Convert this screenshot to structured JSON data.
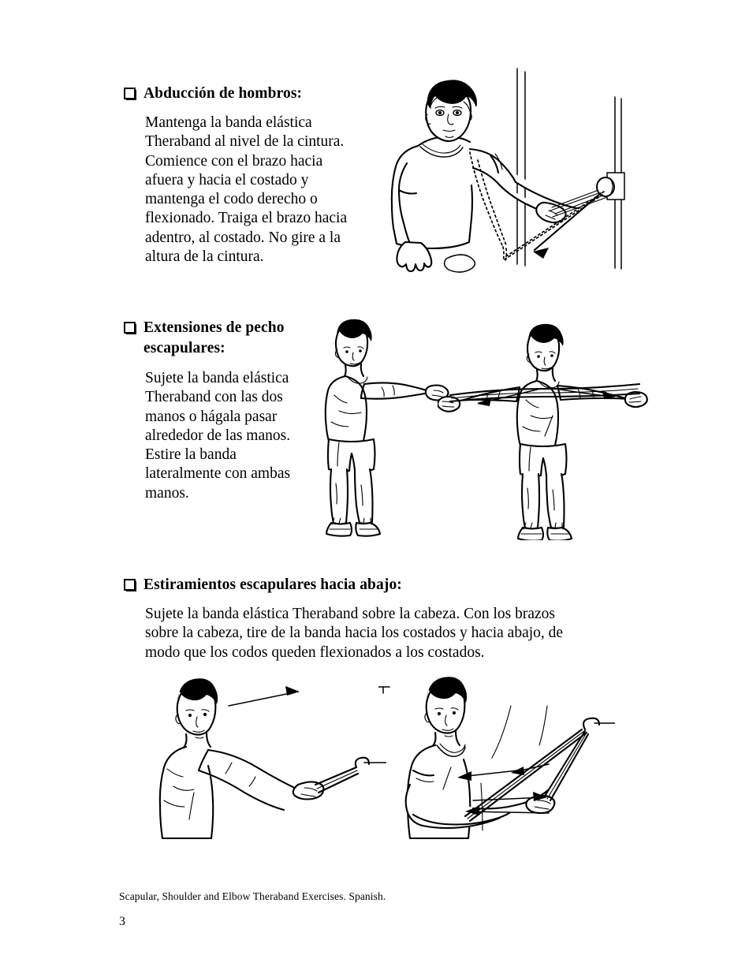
{
  "document": {
    "page_number": "3",
    "footer_note": "Scapular, Shoulder and Elbow Theraband Exercises.  Spanish.",
    "language": "Spanish"
  },
  "sections": [
    {
      "id": "abduccion-de-hombros",
      "bullet": "checkbox-glyph",
      "heading": "Abducción de hombros:",
      "body": "Mantenga la banda elástica Theraband al nivel de la cintura. Comience con el brazo hacia afuera y hacia el costado y mantenga el codo derecho o flexionado. Traiga el brazo hacia adentro, al costado. No gire a la altura de la cintura.",
      "illustrations": [
        {
          "id": "seated-shoulder-adduction-to-doorknob",
          "caption_alt": "Persona sentada junto a una pared, con el brazo extendido sujetando una banda elástica anclada a un pomo de puerta; líneas punteadas y una flecha indican el movimiento del brazo hacia adentro."
        }
      ]
    },
    {
      "id": "extensiones-de-pecho-escapulares",
      "bullet": "checkbox-glyph",
      "heading": "Extensiones de pecho escapulares:",
      "body": "Sujete la banda elástica Theraband con las dos manos o hágala pasar alrededor de las manos. Estire la banda lateralmente con ambas manos.",
      "illustrations": [
        {
          "id": "standing-arms-forward-holding-band",
          "caption_alt": "Hombre de pie con ambos brazos extendidos hacia el frente sujetando la banda elástica."
        },
        {
          "id": "standing-arms-spread-band-stretched",
          "caption_alt": "Hombre de pie con los brazos abiertos lateralmente estirando la banda elástica; flechas en ambas direcciones indican el estiramiento."
        }
      ]
    },
    {
      "id": "estiramientos-escapulares-hacia-abajo",
      "bullet": "checkbox-glyph",
      "heading": "Estiramientos escapulares hacia abajo:",
      "body": "Sujete la banda elástica Theraband sobre la cabeza. Con los brazos sobre la cabeza, tire de la banda hacia los costados y hacia abajo, de modo que los codos queden flexionados a los costados.",
      "illustrations": [
        {
          "id": "lat-pulldown-start-arms-overhead",
          "caption_alt": "Hombre con los brazos extendidos hacia arriba y adelante sujetando la banda anclada; una flecha indica la posición inicial."
        },
        {
          "id": "lat-pulldown-end-elbows-bent",
          "caption_alt": "Hombre con los codos flexionados a los costados tirando de la banda hacia abajo; flechas indican la dirección del movimiento."
        }
      ]
    }
  ],
  "colors": {
    "page_background": "#ffffff",
    "ink": "#000000"
  }
}
